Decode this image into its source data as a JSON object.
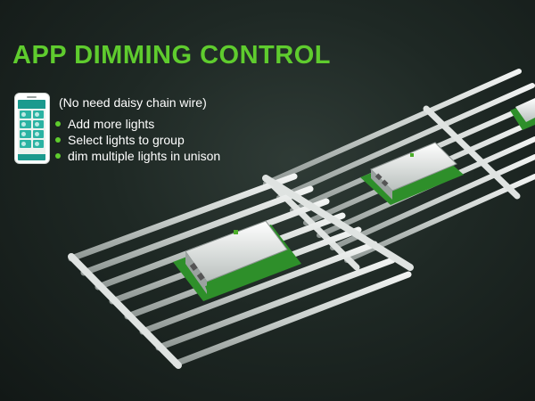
{
  "headline": "APP DIMMING CONTROL",
  "note": "(No need daisy chain wire)",
  "features": [
    "Add more lights",
    "Select lights to group",
    "dim multiple lights in unison"
  ],
  "colors": {
    "accent": "#5fcc2e",
    "background": "#1e2824",
    "text": "#ffffff",
    "bar": "#c7cdca"
  },
  "icons": {
    "phone": "phone-app-icon",
    "bullet": "bullet-dot-icon"
  }
}
